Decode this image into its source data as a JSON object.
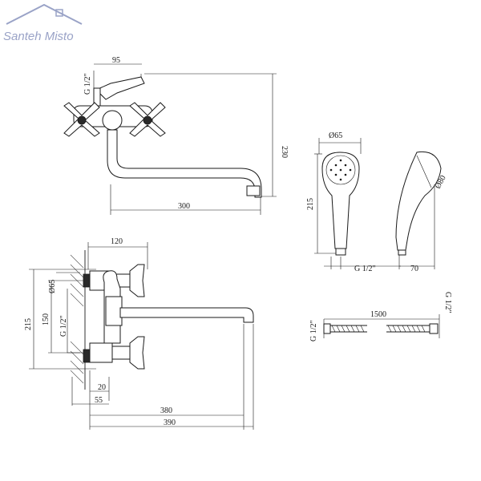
{
  "logo": {
    "brand": "Santeh Misto",
    "color": "#9aa3c7"
  },
  "dimensions": {
    "top_view": {
      "thread": "G 1/2\"",
      "width_95": "95",
      "height_230": "230",
      "spout_300": "300"
    },
    "hand_shower": {
      "diameter_65": "Ø65",
      "height_215": "215",
      "thread": "G 1/2\"",
      "diameter_80": "Ø80",
      "depth_70": "70"
    },
    "side_view": {
      "width_120": "120",
      "diameter_65": "Ø65",
      "height_215": "215",
      "height_150": "150",
      "thread": "G 1/2\"",
      "depth_20": "20",
      "depth_55": "55",
      "length_380": "380",
      "length_390": "390"
    },
    "hose": {
      "thread_left": "G 1/2\"",
      "length": "1500",
      "thread_right": "G 1/2\""
    }
  }
}
